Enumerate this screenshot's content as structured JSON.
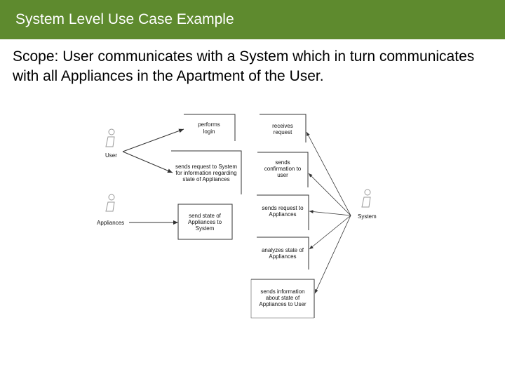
{
  "slide": {
    "title": "System Level Use Case Example",
    "scope": "Scope:  User communicates with a System which in turn communicates with all Appliances in the Apartment of the User."
  },
  "colors": {
    "title_bar": "#5e8a2e",
    "title_text": "#ffffff"
  },
  "diagram": {
    "actors": {
      "user": "User",
      "appliances": "Appliances",
      "system": "System"
    },
    "left_cases": {
      "performs_login": [
        "performs",
        "login"
      ],
      "sends_request": [
        "sends request to System",
        "for information regarding",
        "state of Appliances"
      ],
      "send_state": [
        "send state of",
        "Appliances to",
        "System"
      ]
    },
    "right_cases": {
      "receives_request": [
        "receives",
        "request"
      ],
      "sends_confirmation": [
        "sends",
        "confirmation to",
        "user"
      ],
      "sends_request_appliances": [
        "sends request to",
        "Appliances"
      ],
      "analyzes_state": [
        "analyzes state of",
        "Appliances"
      ],
      "sends_information": [
        "sends information",
        "about state of",
        "Appliances to User"
      ]
    }
  }
}
